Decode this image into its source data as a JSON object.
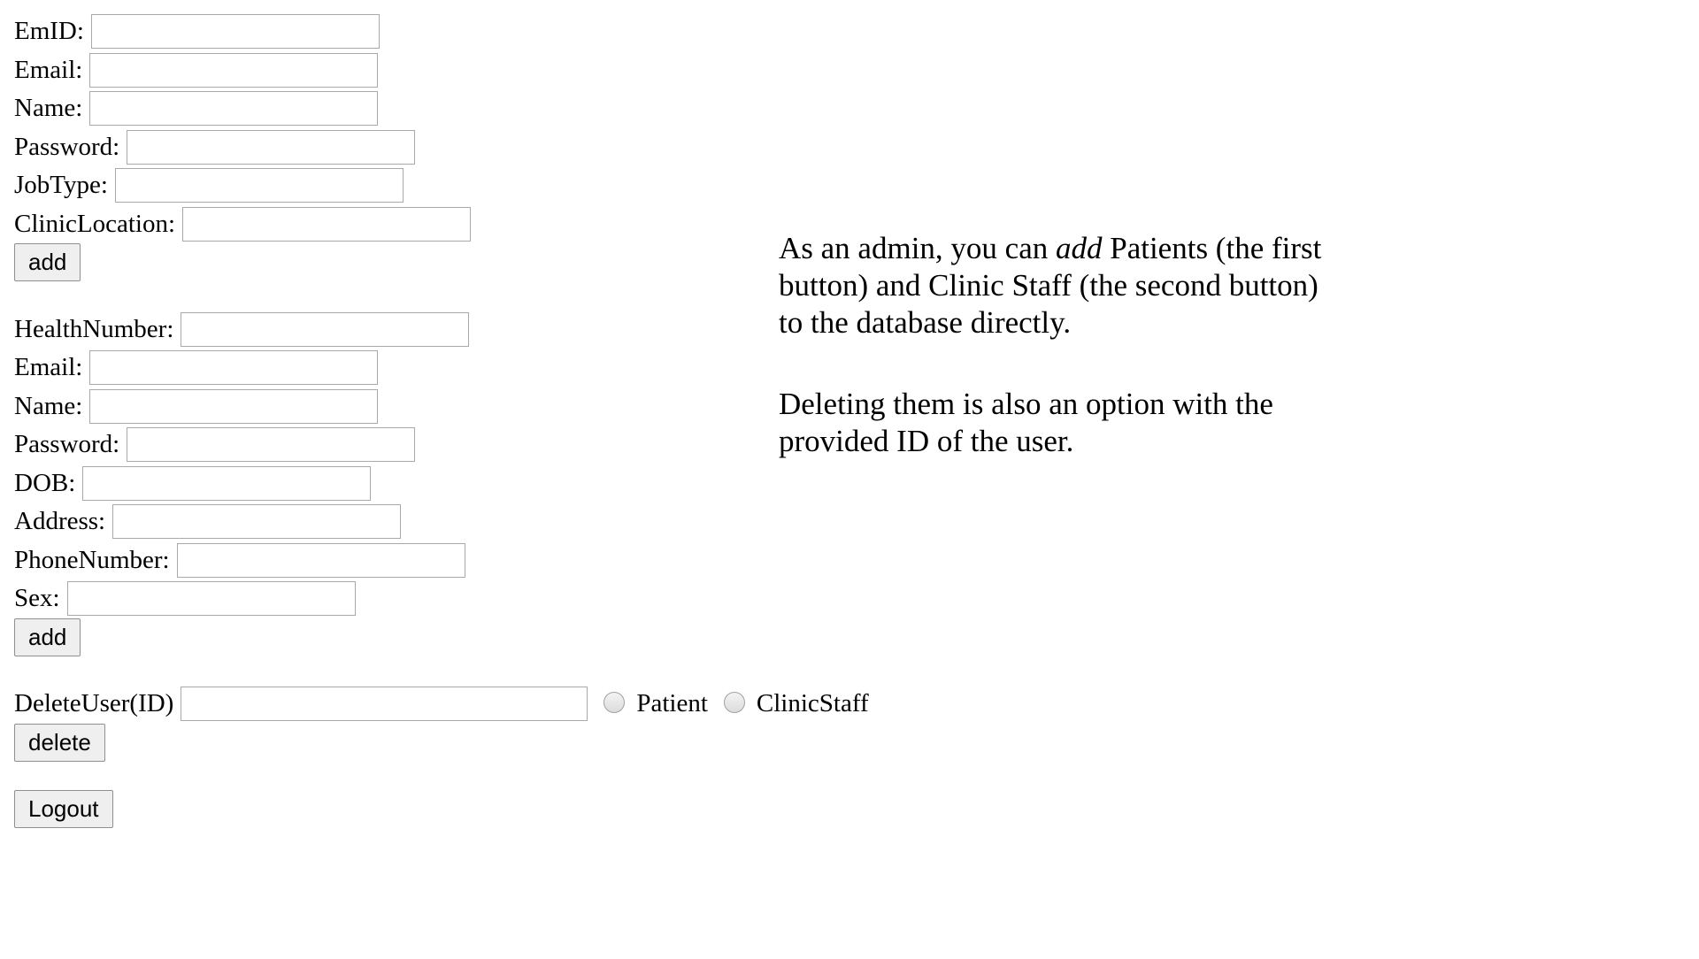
{
  "staff_form": {
    "fields": [
      {
        "label": "EmID:",
        "value": ""
      },
      {
        "label": "Email:",
        "value": ""
      },
      {
        "label": "Name:",
        "value": ""
      },
      {
        "label": "Password:",
        "value": ""
      },
      {
        "label": "JobType:",
        "value": ""
      },
      {
        "label": "ClinicLocation:",
        "value": ""
      }
    ],
    "submit_label": "add"
  },
  "patient_form": {
    "fields": [
      {
        "label": "HealthNumber:",
        "value": ""
      },
      {
        "label": "Email:",
        "value": ""
      },
      {
        "label": "Name:",
        "value": ""
      },
      {
        "label": "Password:",
        "value": ""
      },
      {
        "label": "DOB:",
        "value": ""
      },
      {
        "label": "Address:",
        "value": ""
      },
      {
        "label": "PhoneNumber:",
        "value": ""
      },
      {
        "label": "Sex:",
        "value": ""
      }
    ],
    "submit_label": "add"
  },
  "delete_form": {
    "label": "DeleteUser(ID)",
    "value": "",
    "options": [
      {
        "label": "Patient",
        "checked": false
      },
      {
        "label": "ClinicStaff",
        "checked": false
      }
    ],
    "submit_label": "delete"
  },
  "logout_label": "Logout",
  "info": {
    "para1_before": "As an admin, you can ",
    "para1_emph": "add",
    "para1_after": " Patients (the first button) and Clinic Staff (the second button) to the database directly.",
    "para2": "Deleting them is also an option with the provided ID of the user."
  }
}
